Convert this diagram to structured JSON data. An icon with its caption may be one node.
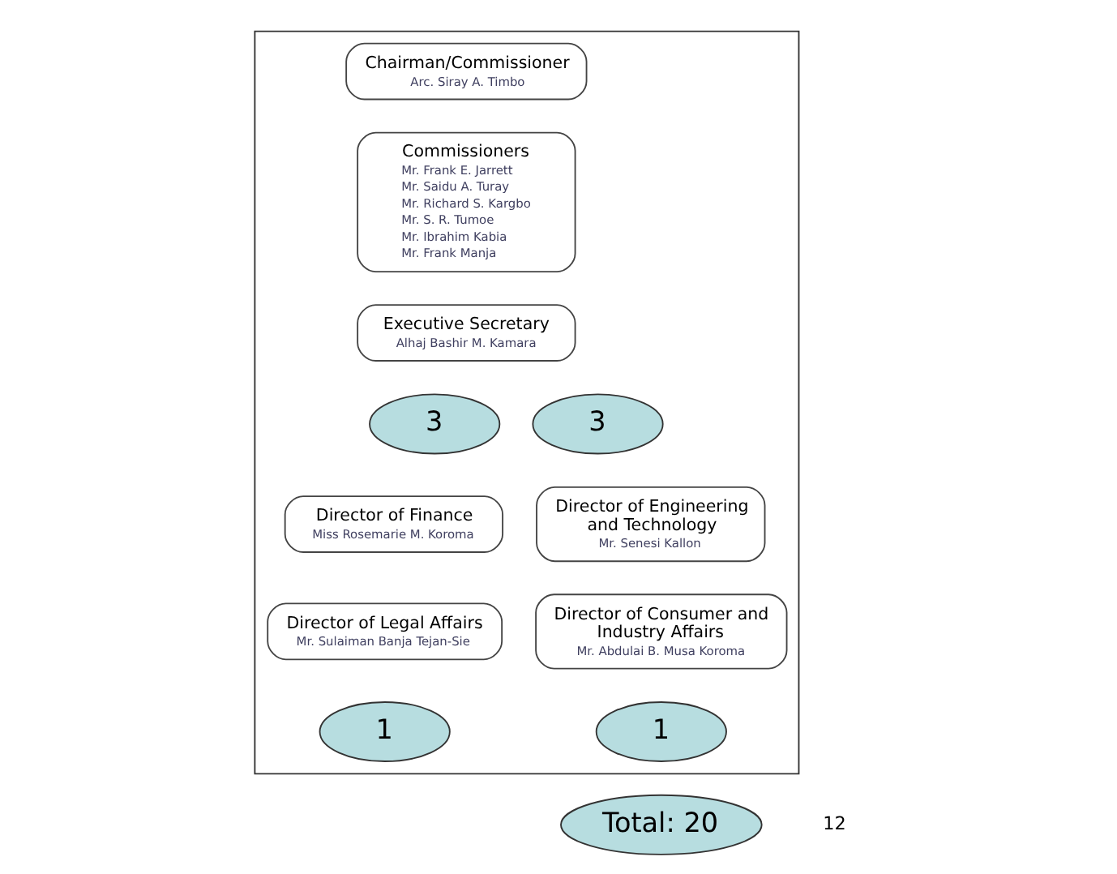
{
  "diagram": {
    "nodes": [
      {
        "text": [],
        "shape": "box"
      },
      {
        "text": [
          "Chairman/Commissioner",
          "Arc. Siray A. Timbo"
        ],
        "in": 0
      },
      {
        "text": [
          "Commissioners",
          "Mr. Frank E. Jarrett",
          "Mr. Saidu A. Turay",
          "Mr. Richard S. Kargbo",
          "Mr. S. R. Tumoe",
          "Mr. Ibrahim Kabia",
          "Mr. Frank Manja"
        ],
        "in": 0
      },
      {
        "text": [
          "Executive Secretary",
          "Alhaj Bashir M. Kamara"
        ],
        "in": 0
      },
      {
        "text": [
          "3"
        ],
        "in": 0
      },
      {
        "text": [
          "3"
        ],
        "in": 0
      },
      {
        "text": [
          "Director of Finance",
          "Miss Rosemarie M. Koroma"
        ],
        "in": 0
      },
      {
        "text": [
          "Director of Engineering and Technology",
          "Mr. Senesi Kallon"
        ],
        "in": 0
      },
      {
        "text": [
          "Director of Legal Affairs",
          "Mr. Sulaiman Banja Tejan-Sie"
        ],
        "in": 0
      },
      {
        "text": [
          "Director of Consumer and Industry Affairs",
          "Mr. Abdulai B. Musa Koroma"
        ],
        "in": 0
      },
      {
        "text": [
          "1"
        ],
        "in": 0
      },
      {
        "text": [
          "1"
        ],
        "in": 0
      },
      {
        "text": [
          "Total: 20"
        ]
      }
    ],
    "edges": [],
    "labels": [
      "12"
    ]
  }
}
